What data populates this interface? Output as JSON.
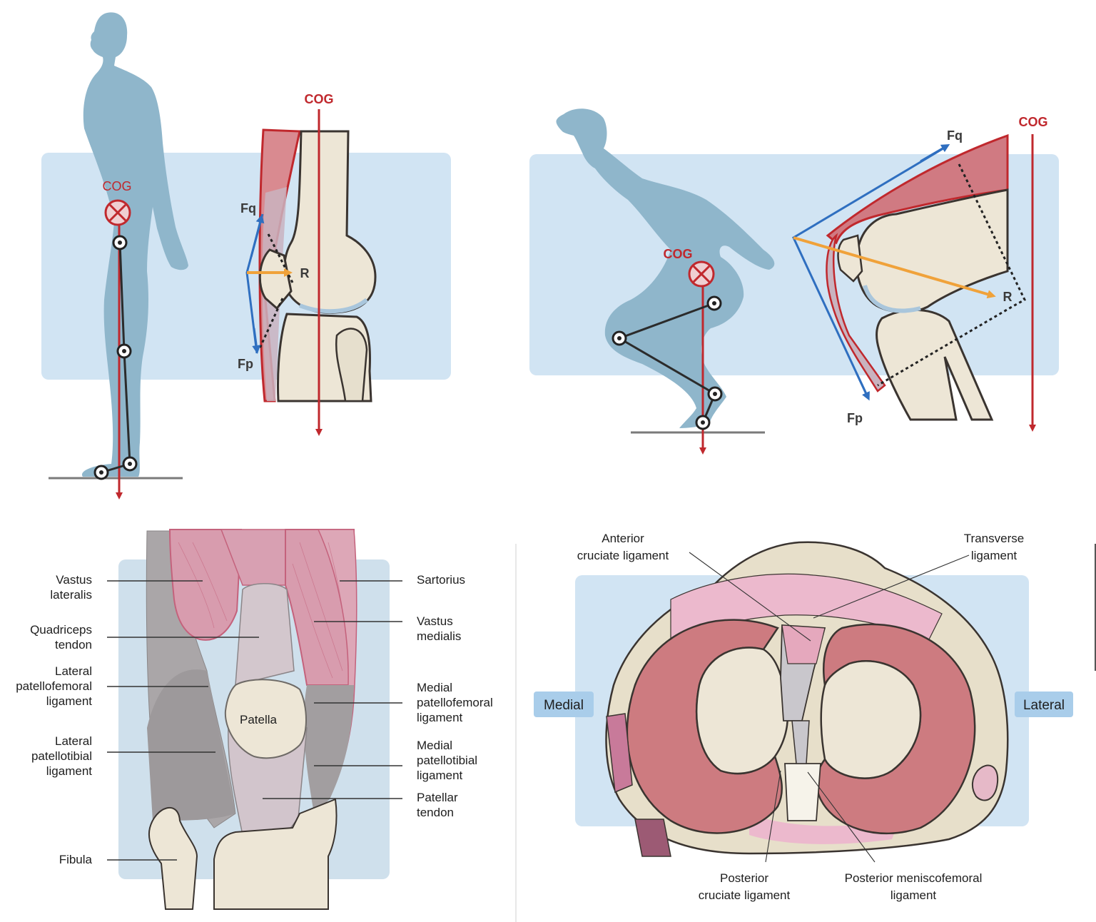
{
  "colors": {
    "panel_bg": "#d1e4f3",
    "silhouette": "#8fb6cb",
    "cog_red": "#c0282d",
    "force_blue": "#2f6fc0",
    "resultant_orange": "#f0a23a",
    "bone": "#ede6d6",
    "muscle_red": "#d07a82",
    "muscle_pink": "#e8b2c4",
    "ligament_gray": "#aeaaae",
    "meniscus_red": "#cd7b80",
    "tag_bg": "#a9cdea"
  },
  "panel_standing": {
    "cog_label": "COG",
    "knee_cog_label": "COG",
    "force_quadriceps": "Fq",
    "force_patellar": "Fp",
    "resultant": "R"
  },
  "panel_squat": {
    "cog_label": "COG",
    "knee_cog_label": "COG",
    "force_quadriceps": "Fq",
    "force_patellar": "Fp",
    "resultant": "R"
  },
  "panel_anterior_knee": {
    "center_label": "Patella",
    "left_labels": [
      {
        "lines": [
          "Vastus",
          "lateralis"
        ]
      },
      {
        "lines": [
          "Quadriceps",
          "tendon"
        ]
      },
      {
        "lines": [
          "Lateral",
          "patellofemoral",
          "ligament"
        ]
      },
      {
        "lines": [
          "Lateral",
          "patellotibial",
          "ligament"
        ]
      },
      {
        "lines": [
          "Fibula"
        ]
      }
    ],
    "right_labels": [
      {
        "lines": [
          "Sartorius"
        ]
      },
      {
        "lines": [
          "Vastus",
          "medialis"
        ]
      },
      {
        "lines": [
          "Medial",
          "patellofemoral",
          "ligament"
        ]
      },
      {
        "lines": [
          "Medial",
          "patellotibial",
          "ligament"
        ]
      },
      {
        "lines": [
          "Patellar",
          "tendon"
        ]
      }
    ]
  },
  "panel_tibial_plateau": {
    "side_left": "Medial",
    "side_right": "Lateral",
    "top_labels": [
      {
        "lines": [
          "Anterior",
          "cruciate ligament"
        ]
      },
      {
        "lines": [
          "Transverse",
          "ligament"
        ]
      }
    ],
    "bottom_labels": [
      {
        "lines": [
          "Posterior",
          "cruciate ligament"
        ]
      },
      {
        "lines": [
          "Posterior meniscofemoral",
          "ligament"
        ]
      }
    ]
  }
}
